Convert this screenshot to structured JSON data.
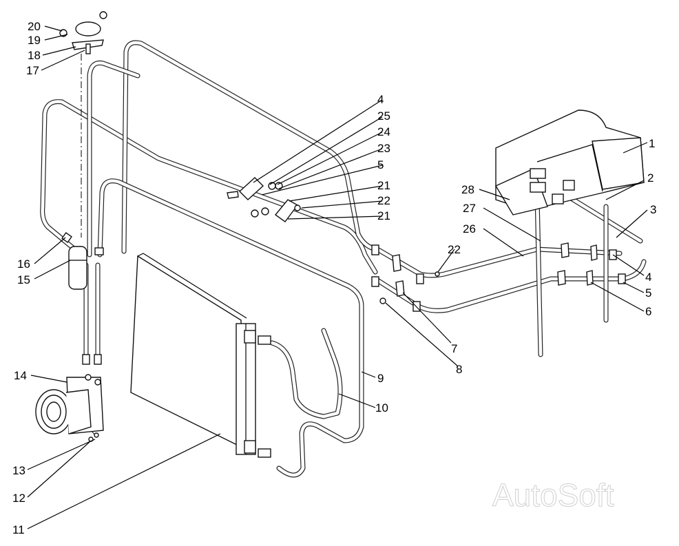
{
  "diagram": {
    "labels": {
      "l1": "1",
      "l2": "2",
      "l3": "3",
      "l4a": "4",
      "l4b": "4",
      "l5a": "5",
      "l5b": "5",
      "l6": "6",
      "l7": "7",
      "l8": "8",
      "l9": "9",
      "l10": "10",
      "l11": "11",
      "l12": "12",
      "l13": "13",
      "l14": "14",
      "l15": "15",
      "l16": "16",
      "l17": "17",
      "l18": "18",
      "l19": "19",
      "l20": "20",
      "l21a": "21",
      "l21b": "21",
      "l22a": "22",
      "l22b": "22",
      "l23": "23",
      "l24": "24",
      "l25": "25",
      "l26": "26",
      "l27": "27",
      "l28": "28"
    },
    "watermark": "AutoSoft"
  }
}
